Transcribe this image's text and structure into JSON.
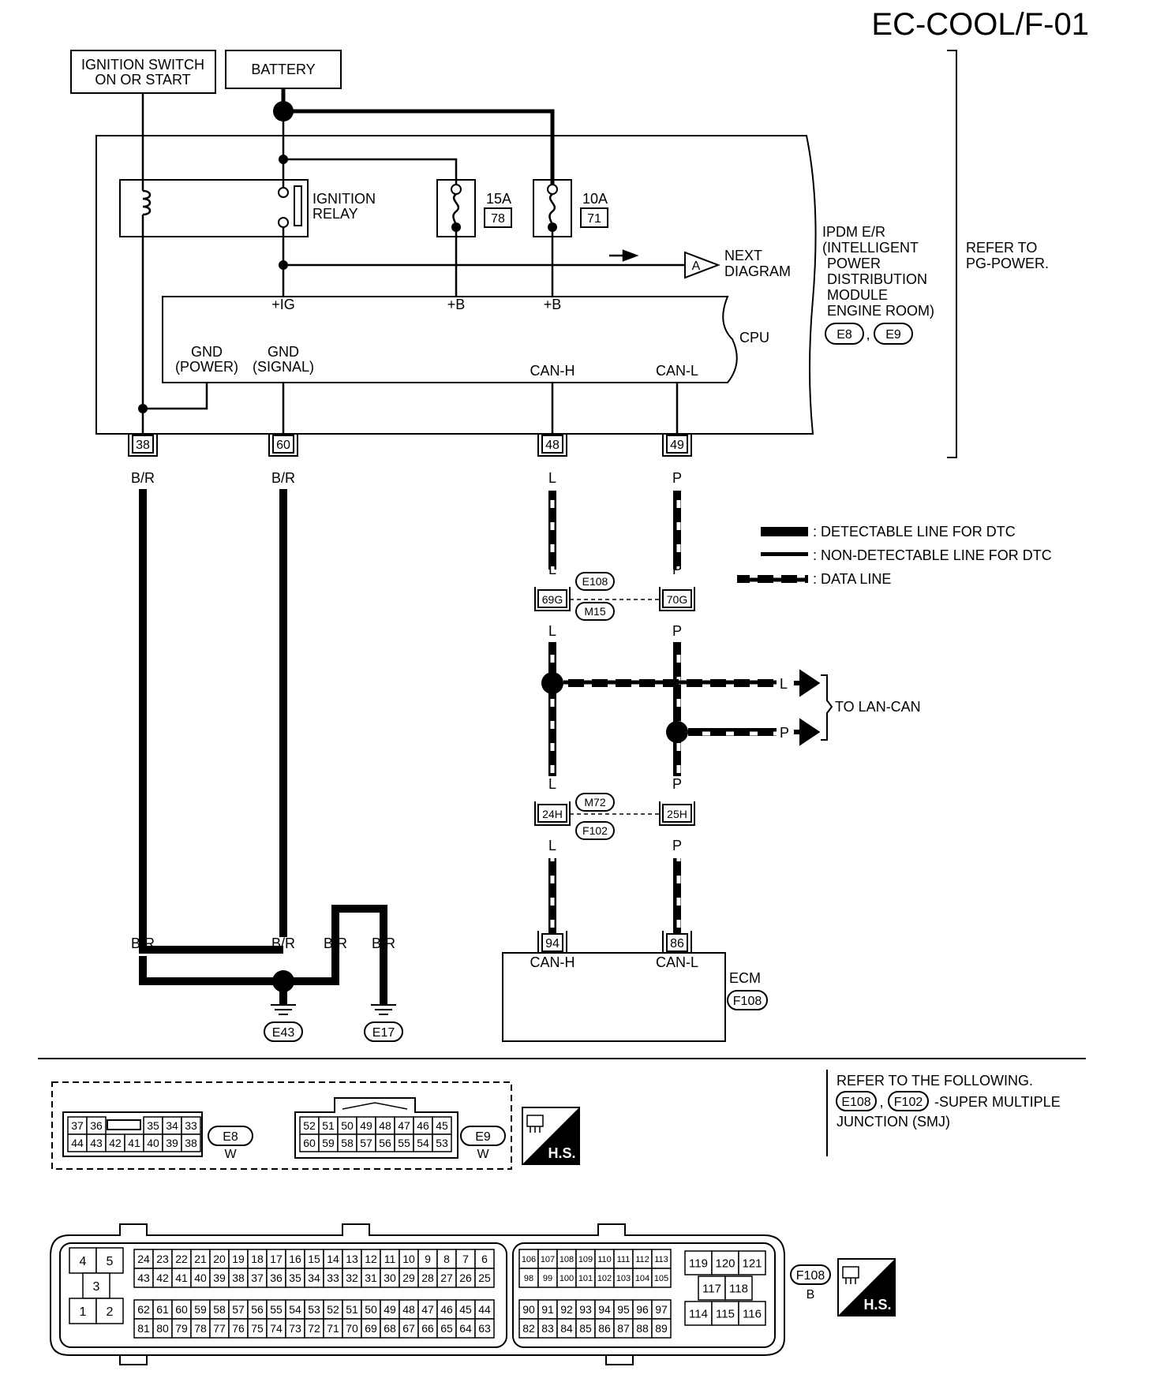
{
  "page_id": "EC-COOL/F-01",
  "sources": {
    "ignition_switch": [
      "IGNITION SWITCH",
      "ON OR START"
    ],
    "battery": "BATTERY"
  },
  "ipdm": {
    "relay_label": [
      "IGNITION",
      "RELAY"
    ],
    "fuse1": {
      "amps": "15A",
      "num": "78"
    },
    "fuse2": {
      "amps": "10A",
      "num": "71"
    },
    "next_diagram": {
      "marker": "A",
      "text": [
        "NEXT",
        "DIAGRAM"
      ]
    },
    "cpu": "CPU",
    "pins_top": [
      "+IG",
      "+B",
      "+B"
    ],
    "gnd_power": [
      "GND",
      "(POWER)"
    ],
    "gnd_signal": [
      "GND",
      "(SIGNAL)"
    ],
    "can_h": "CAN-H",
    "can_l": "CAN-L",
    "name": [
      "IPDM E/R",
      "(INTELLIGENT",
      "POWER",
      "DISTRIBUTION",
      "MODULE",
      "ENGINE ROOM)"
    ],
    "connectors": [
      "E8",
      "E9"
    ],
    "refer": [
      "REFER TO",
      "PG-POWER."
    ]
  },
  "terminals": {
    "t38": "38",
    "t60": "60",
    "t48": "48",
    "t49": "49",
    "t94": "94",
    "t86": "86"
  },
  "wire_colors": {
    "br": "B/R",
    "l": "L",
    "p": "P"
  },
  "legend": {
    "detectable": ": DETECTABLE LINE FOR DTC",
    "nondetectable": ": NON-DETECTABLE LINE FOR DTC",
    "data": ": DATA LINE"
  },
  "junctions": {
    "j1_left": "69G",
    "j1_right": "70G",
    "j1_top": "E108",
    "j1_bottom": "M15",
    "j2_left": "24H",
    "j2_right": "25H",
    "j2_top": "M72",
    "j2_bottom": "F102"
  },
  "lan_can": {
    "l": "L",
    "p": "P",
    "text": "TO LAN-CAN"
  },
  "grounds": [
    "E43",
    "E17"
  ],
  "ecm": {
    "name": "ECM",
    "connector": "F108",
    "can_h": "CAN-H",
    "can_l": "CAN-L"
  },
  "refer_following": {
    "line1": "REFER TO THE FOLLOWING.",
    "c1": "E108",
    "c2": "F102",
    "sep": ",",
    "line2": "-SUPER MULTIPLE",
    "line3": "JUNCTION (SMJ)"
  },
  "connector_e8": {
    "label": "E8",
    "color": "W",
    "row1": [
      "37",
      "36",
      "",
      "35",
      "34",
      "33"
    ],
    "row2": [
      "44",
      "43",
      "42",
      "41",
      "40",
      "39",
      "38"
    ]
  },
  "connector_e9": {
    "label": "E9",
    "color": "W",
    "row1": [
      "52",
      "51",
      "50",
      "49",
      "48",
      "47",
      "46",
      "45"
    ],
    "row2": [
      "60",
      "59",
      "58",
      "57",
      "56",
      "55",
      "54",
      "53"
    ]
  },
  "hs_label": "H.S.",
  "connector_f108": {
    "label": "F108",
    "color": "B",
    "left_block": [
      "4",
      "5",
      "3",
      "1",
      "2"
    ],
    "row1": [
      "24",
      "23",
      "22",
      "21",
      "20",
      "19",
      "18",
      "17",
      "16",
      "15",
      "14",
      "13",
      "12",
      "11",
      "10",
      "9",
      "8",
      "7",
      "6"
    ],
    "row2": [
      "43",
      "42",
      "41",
      "40",
      "39",
      "38",
      "37",
      "36",
      "35",
      "34",
      "33",
      "32",
      "31",
      "30",
      "29",
      "28",
      "27",
      "26",
      "25"
    ],
    "row3": [
      "62",
      "61",
      "60",
      "59",
      "58",
      "57",
      "56",
      "55",
      "54",
      "53",
      "52",
      "51",
      "50",
      "49",
      "48",
      "47",
      "46",
      "45",
      "44"
    ],
    "row4": [
      "81",
      "80",
      "79",
      "78",
      "77",
      "76",
      "75",
      "74",
      "73",
      "72",
      "71",
      "70",
      "69",
      "68",
      "67",
      "66",
      "65",
      "64",
      "63"
    ],
    "mid_row1": [
      "106",
      "107",
      "108",
      "109",
      "110",
      "111",
      "112",
      "113"
    ],
    "mid_row2": [
      "98",
      "99",
      "100",
      "101",
      "102",
      "103",
      "104",
      "105"
    ],
    "mid_row3": [
      "90",
      "91",
      "92",
      "93",
      "94",
      "95",
      "96",
      "97"
    ],
    "mid_row4": [
      "82",
      "83",
      "84",
      "85",
      "86",
      "87",
      "88",
      "89"
    ],
    "right_row1": [
      "119",
      "120",
      "121"
    ],
    "right_row2": [
      "117",
      "118"
    ],
    "right_row3": [
      "114",
      "115",
      "116"
    ]
  }
}
